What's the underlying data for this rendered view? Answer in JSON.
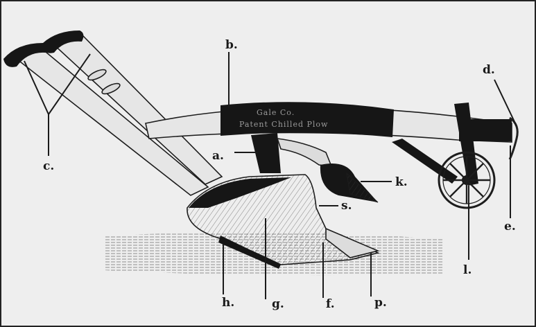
{
  "figure": {
    "beam_inscription": [
      "Gale Co.",
      "Patent Chilled Plow"
    ],
    "labels": {
      "a": "a.",
      "b": "b.",
      "c": "c.",
      "d": "d.",
      "e": "e.",
      "f": "f.",
      "g": "g.",
      "h": "h.",
      "k": "k.",
      "l": "l.",
      "p": "p.",
      "s": "s."
    }
  },
  "colors": {
    "paper": "#eeeeee",
    "ink": "#161616"
  }
}
